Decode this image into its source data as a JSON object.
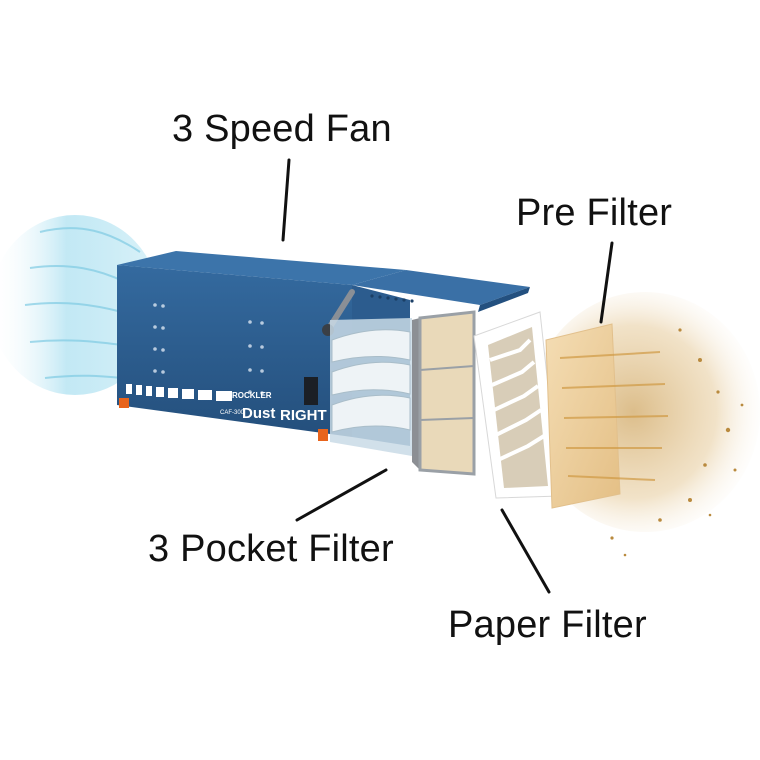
{
  "labels": {
    "fan": "3 Speed Fan",
    "pre_filter": "Pre Filter",
    "pocket_filter": "3 Pocket Filter",
    "paper_filter": "Paper Filter"
  },
  "product": {
    "brand_small": "ROCKLER",
    "brand_main": "Dust",
    "brand_accent": "RIGHT",
    "model_badge": "CAF-300"
  },
  "colors": {
    "housing": "#2e5f91",
    "housing_dark": "#1f4670",
    "accent_orange": "#e8641c",
    "clean_air": "#bfe6f3",
    "dust": "#c99a4c"
  }
}
